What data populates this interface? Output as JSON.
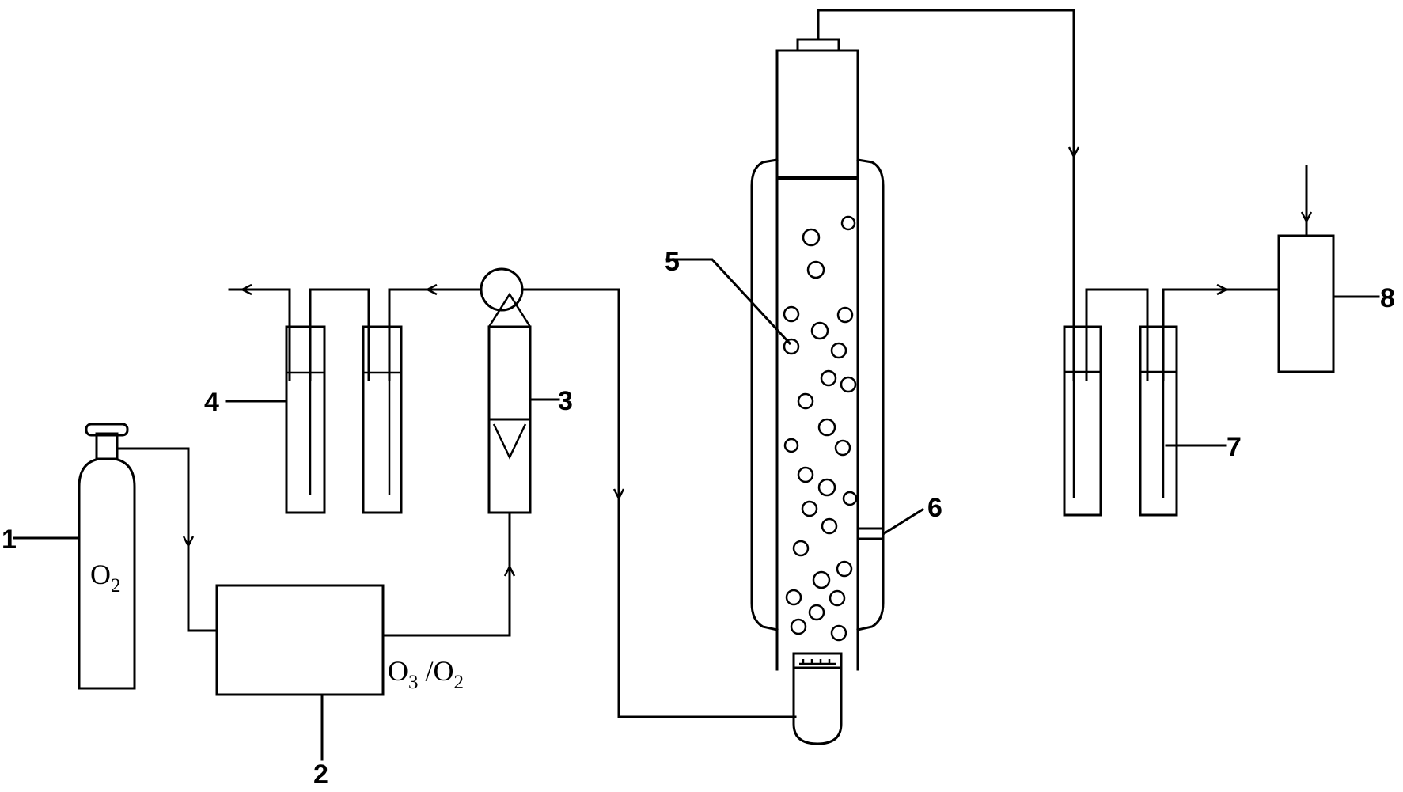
{
  "labels": {
    "l1": "1",
    "l2": "2",
    "l3": "3",
    "l4": "4",
    "l5": "5",
    "l6": "6",
    "l7": "7",
    "l8": "8"
  },
  "cylinder": {
    "gas": "O",
    "gas_sub": "2"
  },
  "generator_output": {
    "gas1": "O",
    "gas1_sub": "3",
    "sep": " /",
    "gas2": "O",
    "gas2_sub": "2"
  }
}
